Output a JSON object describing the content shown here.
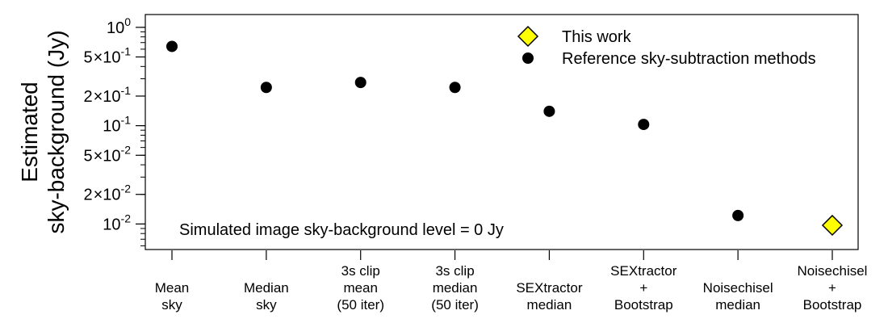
{
  "chart_data": {
    "type": "scatter",
    "ylabel_lines": [
      "Estimated",
      "sky-background (Jy)"
    ],
    "y_scale": "log",
    "ylim": [
      0.0055,
      1.35
    ],
    "y_major_ticks": [
      {
        "value": 1,
        "mantissa": "",
        "exponent": "0"
      },
      {
        "value": 0.5,
        "mantissa": "5",
        "exponent": "-1"
      },
      {
        "value": 0.2,
        "mantissa": "2",
        "exponent": "-1"
      },
      {
        "value": 0.1,
        "mantissa": "",
        "exponent": "-1"
      },
      {
        "value": 0.05,
        "mantissa": "5",
        "exponent": "-2"
      },
      {
        "value": 0.02,
        "mantissa": "2",
        "exponent": "-2"
      },
      {
        "value": 0.01,
        "mantissa": "",
        "exponent": "-2"
      }
    ],
    "categories": [
      [
        "Mean",
        "sky"
      ],
      [
        "Median",
        "sky"
      ],
      [
        "3s clip",
        "mean",
        "(50 iter)"
      ],
      [
        "3s clip",
        "median",
        "(50 iter)"
      ],
      [
        "SEXtractor",
        "median"
      ],
      [
        "SEXtractor",
        "+",
        "Bootstrap"
      ],
      [
        "Noisechisel",
        "median"
      ],
      [
        "Noisechisel",
        "+",
        "Bootstrap"
      ]
    ],
    "series": [
      {
        "name": "Reference sky-subtraction methods",
        "marker": "circle",
        "color": "#000000",
        "points": [
          {
            "category_index": 0,
            "value": 0.64
          },
          {
            "category_index": 1,
            "value": 0.245
          },
          {
            "category_index": 2,
            "value": 0.275
          },
          {
            "category_index": 3,
            "value": 0.245
          },
          {
            "category_index": 4,
            "value": 0.14
          },
          {
            "category_index": 5,
            "value": 0.103
          },
          {
            "category_index": 6,
            "value": 0.0122
          }
        ]
      },
      {
        "name": "This work",
        "marker": "diamond",
        "color": "#ffff00",
        "points": [
          {
            "category_index": 7,
            "value": 0.0097
          }
        ]
      }
    ],
    "annotation": "Simulated image sky-background level = 0 Jy",
    "legend_placement": "top-right",
    "grid": false
  }
}
